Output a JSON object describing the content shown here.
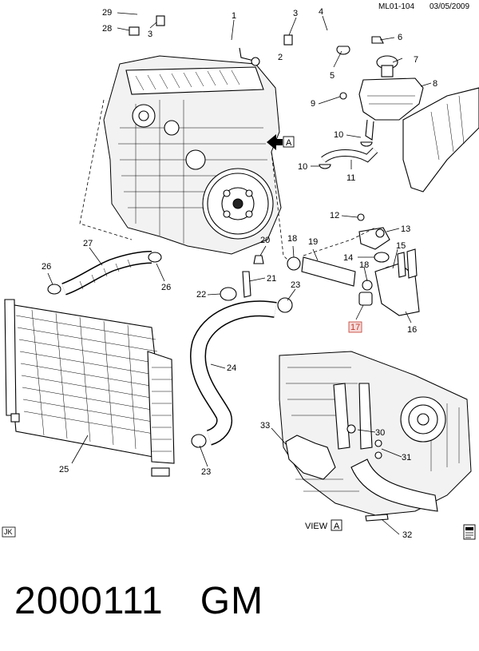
{
  "header": {
    "code": "ML01-104",
    "date": "03/05/2009"
  },
  "marks": {
    "jk": "JK",
    "view_label": "VIEW",
    "view_letter": "A",
    "arrow_letter": "A"
  },
  "callouts": {
    "c1": "1",
    "c2": "2",
    "c3": "3",
    "c4": "4",
    "c5": "5",
    "c6": "6",
    "c7": "7",
    "c8": "8",
    "c9": "9",
    "c10a": "10",
    "c10b": "10",
    "c11": "11",
    "c12": "12",
    "c13": "13",
    "c14": "14",
    "c15": "15",
    "c16": "16",
    "c17": "17",
    "c18a": "18",
    "c18b": "18",
    "c19": "19",
    "c20": "20",
    "c21": "21",
    "c22": "22",
    "c23a": "23",
    "c23b": "23",
    "c24": "24",
    "c25": "25",
    "c26a": "26",
    "c26b": "26",
    "c27": "27",
    "c28": "28",
    "c29": "29",
    "c30": "30",
    "c31": "31",
    "c32": "32",
    "c33": "33"
  },
  "caption": {
    "number": "2000111",
    "brand": "GM"
  }
}
